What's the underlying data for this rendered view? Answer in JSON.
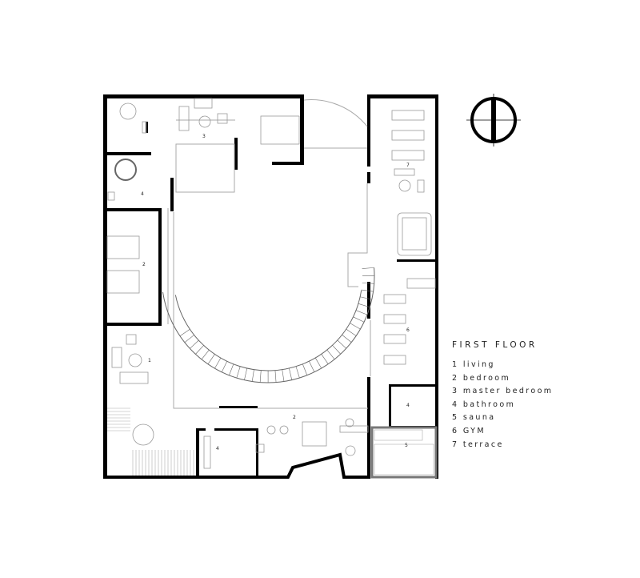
{
  "legend": {
    "title": "FIRST FLOOR",
    "items": [
      "1 living",
      "2 bedroom",
      "3 master bedroom",
      "4 bathroom",
      "5 sauna",
      "6 GYM",
      "7 terrace"
    ]
  },
  "room_tags": {
    "living": "1",
    "bedroom_left": "2",
    "bedroom_bottom": "2",
    "master_bedroom": "3",
    "bathroom_top": "4",
    "bathroom_bottom": "4",
    "bathroom_right": "4",
    "sauna": "5",
    "gym": "6",
    "terrace": "7"
  },
  "icons": {
    "north_arrow": "compass-north-arrow-icon"
  },
  "colors": {
    "wall": "#000000",
    "line": "#999999",
    "sauna_border": "#777777"
  }
}
